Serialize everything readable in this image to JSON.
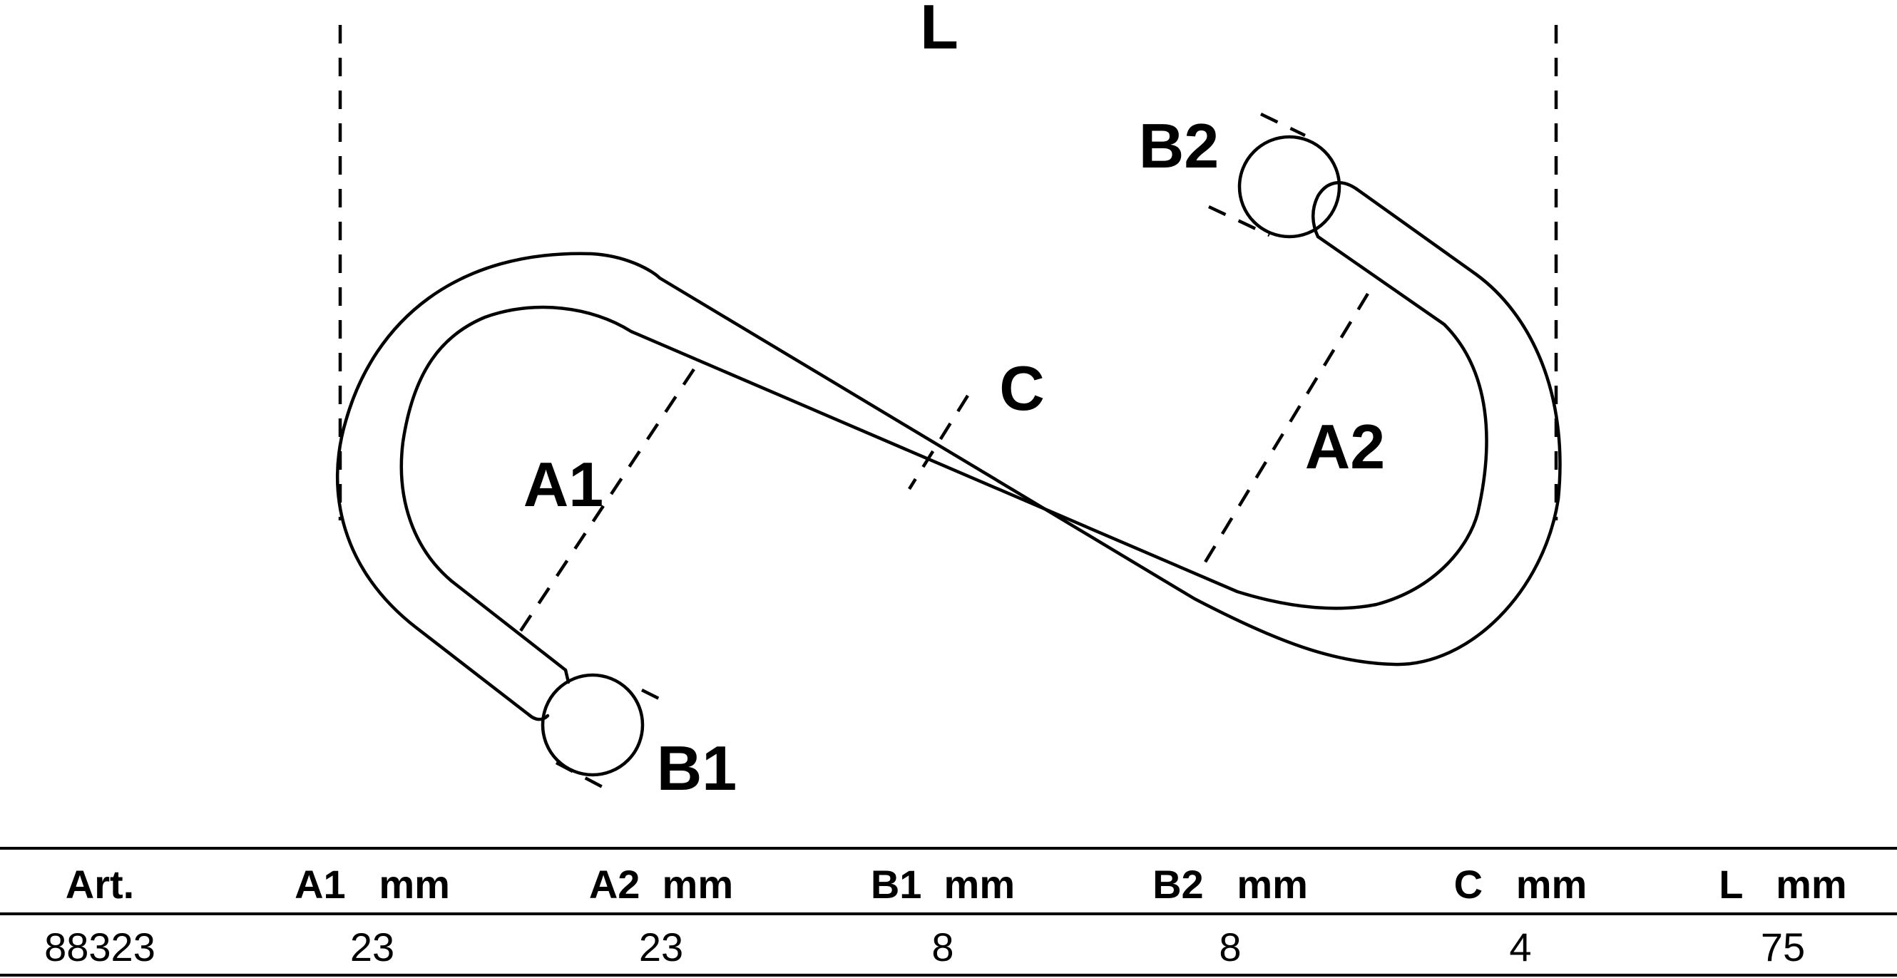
{
  "labels": {
    "L": "L",
    "A1": "A1",
    "A2": "A2",
    "B1": "B1",
    "B2": "B2",
    "C": "C"
  },
  "table": {
    "headers": [
      "Art.",
      "A1   mm",
      "A2  mm",
      "B1  mm",
      "B2   mm",
      "C   mm",
      "L   mm"
    ],
    "rows": [
      [
        "88323",
        "23",
        "23",
        "8",
        "8",
        "4",
        "75"
      ]
    ]
  }
}
